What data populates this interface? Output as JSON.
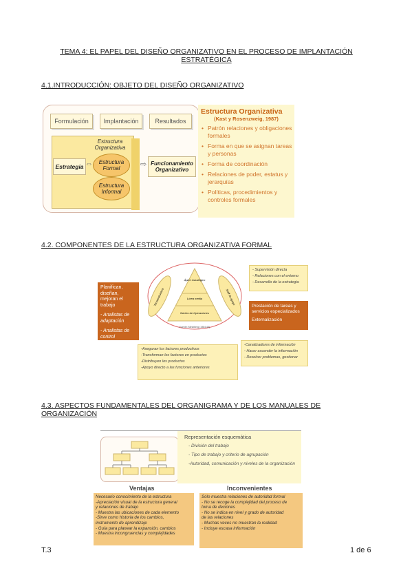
{
  "title_line1": "TEMA 4: EL PAPEL DEL DISEÑO ORGANIZATIVO EN EL PROCESO DE IMPLANTACIÓN",
  "title_line2": "ESTRATÉGICA",
  "sections": {
    "s1": "4.1.INTRODUCCIÓN: OBJETO DEL DISEÑO ORGANIZATIVO",
    "s2": "4.2. COMPONENTES DE LA ESTRUCTURA ORGANIZATIVA FORMAL",
    "s3_line1": "4.3. ASPECTOS FUNDAMENTALES DEL ORGANIGRAMA Y DE LOS MANUALES DE",
    "s3_line2": "ORGANIZACIÓN"
  },
  "fig1": {
    "boxes": [
      "Formulación",
      "Implantación",
      "Resultados"
    ],
    "estrategia": "Estrategia",
    "estructura_line1": "Estructura",
    "estructura_line2": "Organizativa",
    "formal_line1": "Estructura",
    "formal_line2": "Formal",
    "informal_line1": "Estructura",
    "informal_line2": "Informal",
    "func_line1": "Funcionamiento",
    "func_line2": "Organizativo",
    "panel_title": "Estructura Organizativa",
    "panel_subtitle": "(Kast y Rosenzweig, 1987)",
    "bullets": [
      "Patrón relaciones y obligaciones formales",
      "Forma en que se asignan tareas y personas",
      "Forma de coordinación",
      "Relaciones de poder, estatus y jerarquías",
      "Políticas, procedimientos y controles formales"
    ]
  },
  "fig2": {
    "left_text": "Planifican, diseñan, mejoran el trabajo",
    "left_items": [
      "- Analistas de adaptación",
      "- Analistas de control"
    ],
    "right_text": "Prestación de tareas y servicios especializados",
    "right_text2": "Externalización",
    "top_right": [
      "- Supervisión directa",
      "- Relaciones con el entorno",
      "- Desarrollo de la estrategia"
    ],
    "bottom_right": [
      "-Canalizadores de información",
      "- Hacer ascender la información",
      "- Resolver problemas, gestionar"
    ],
    "bottom_left": [
      "-Aseguran los factores productivos",
      "-Transforman los factores en productos",
      "-Distribuyen los productos",
      "-Apoyo directo a las funciones anteriores"
    ],
    "apex": "Ápice estratégico",
    "linea": "Línea media",
    "nucleo": "Núcleo de Operaciones",
    "tecno": "Tecnoestructura",
    "staff": "Staff de apoyo",
    "caption": "Fuente: Mintzberg (1984:45)"
  },
  "fig3": {
    "rep_title": "Representación esquemática",
    "rep_items": [
      "- División del trabajo",
      "- Tipo de trabajo y criterio de agrupación",
      "-Autoridad, comunicación y niveles de la organización"
    ],
    "ventajas_head": "Ventajas",
    "inconv_head": "Inconvenientes",
    "ventajas": [
      "Necesario conocimiento de la estructura",
      "-Apreciación visual de la estructura general",
      "y relaciones de trabajo",
      "- Muestra las ubicaciones de cada elemento",
      "-Sirve como historia de los cambios,",
      "instrumento de aprendizaje",
      "- Guía para planear la expansión, cambios",
      "- Muestra incongruencias y complejidades"
    ],
    "inconvenientes": [
      "Sólo muestra relaciones de autoridad formal",
      "- No se recoge la complejidad del proceso de",
      "toma de deciones",
      "- No se indica en nivel y grado de autoridad",
      "de las relaciones",
      "- Muchas veces no muestran la realidad",
      "- Incluye escasa información"
    ]
  },
  "footer": {
    "left": "T.3",
    "right": "1 de 6"
  },
  "colors": {
    "accent": "#c9651e",
    "note": "#fdf1b8",
    "panel": "#fdf7cf"
  }
}
